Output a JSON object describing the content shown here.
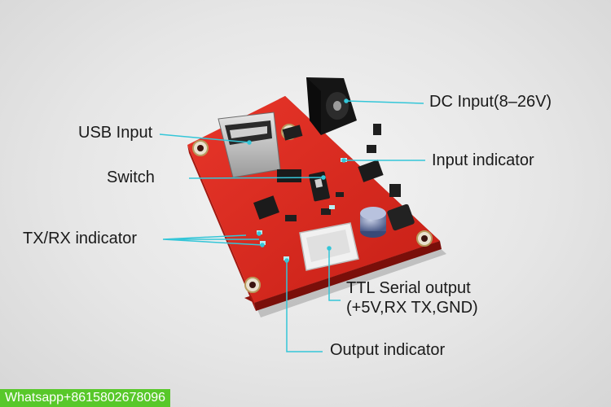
{
  "callouts": {
    "usb_input": "USB Input",
    "switch": "Switch",
    "txrx_indicator": "TX/RX indicator",
    "dc_input": "DC Input(8–26V)",
    "input_indicator": "Input indicator",
    "ttl_serial_output": "TTL Serial output",
    "ttl_pins": "(+5V,RX TX,GND)",
    "output_indicator": "Output indicator"
  },
  "watermark": "Whatsapp+8615802678096",
  "colors": {
    "pcb": "#d7281e",
    "pcb_edge": "#8e120c",
    "leader_line": "#34c6d8",
    "watermark_bg": "#58c82a",
    "background": "#e8e8e8"
  }
}
